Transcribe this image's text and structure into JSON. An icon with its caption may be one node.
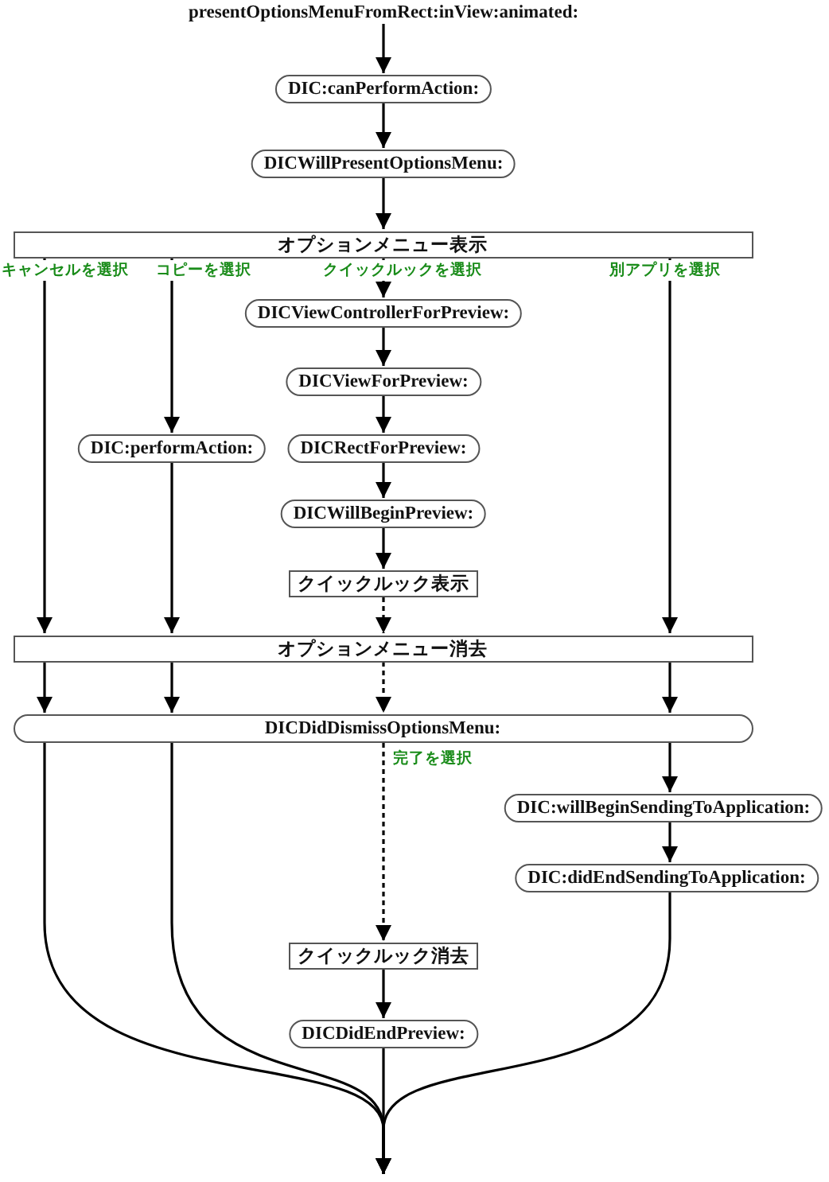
{
  "diagram": {
    "nodes": [
      {
        "text": [
          "presentOptionsMenuFromRect:inView:animated:"
        ]
      },
      {
        "text": [
          "DIC:canPerformAction:"
        ]
      },
      {
        "text": [
          "DICWillPresentOptionsMenu:"
        ]
      },
      {
        "text": [
          "オプションメニュー表示"
        ]
      },
      {
        "text": [
          "DICViewControllerForPreview:"
        ]
      },
      {
        "text": [
          "DICViewForPreview:"
        ]
      },
      {
        "text": [
          "DIC:performAction:"
        ]
      },
      {
        "text": [
          "DICRectForPreview:"
        ]
      },
      {
        "text": [
          "DICWillBeginPreview:"
        ]
      },
      {
        "text": [
          "クイックルック表示"
        ]
      },
      {
        "text": [
          "オプションメニュー消去"
        ]
      },
      {
        "text": [
          "DICDidDismissOptionsMenu:"
        ]
      },
      {
        "text": [
          "DIC:willBeginSendingToApplication:"
        ]
      },
      {
        "text": [
          "DIC:didEndSendingToApplication:"
        ]
      },
      {
        "text": [
          "クイックルック消去"
        ]
      },
      {
        "text": [
          "DICDidEndPreview:"
        ]
      }
    ],
    "edges": [
      {
        "from": 0,
        "to": 1,
        "arrow": "to"
      },
      {
        "from": 1,
        "to": 2,
        "arrow": "to"
      },
      {
        "from": 2,
        "to": 3,
        "arrow": "to"
      },
      {
        "from": 3,
        "to": 10,
        "arrow": "to",
        "label": "キャンセルを選択"
      },
      {
        "from": 3,
        "to": 6,
        "arrow": "to",
        "label": "コピーを選択"
      },
      {
        "from": 3,
        "to": 4,
        "arrow": "to",
        "label": "クイックルックを選択"
      },
      {
        "from": 3,
        "to": 10,
        "arrow": "to",
        "label": "別アプリを選択"
      },
      {
        "from": 4,
        "to": 5,
        "arrow": "to"
      },
      {
        "from": 5,
        "to": 7,
        "arrow": "to"
      },
      {
        "from": 7,
        "to": 8,
        "arrow": "to"
      },
      {
        "from": 8,
        "to": 9,
        "arrow": "to"
      },
      {
        "from": 9,
        "to": 10,
        "arrow": "to",
        "style": "dashed"
      },
      {
        "from": 6,
        "to": 10,
        "arrow": "to"
      },
      {
        "from": 10,
        "to": 11,
        "arrow": "to"
      },
      {
        "from": 10,
        "to": 11,
        "arrow": "to"
      },
      {
        "from": 10,
        "to": 11,
        "arrow": "to",
        "style": "dashed"
      },
      {
        "from": 10,
        "to": 11,
        "arrow": "to"
      },
      {
        "from": 11,
        "to": 14,
        "arrow": "to",
        "style": "dashed",
        "label": "完了を選択"
      },
      {
        "from": 11,
        "to": 12,
        "arrow": "to"
      },
      {
        "from": 12,
        "to": 13,
        "arrow": "to"
      },
      {
        "from": 14,
        "to": 15,
        "arrow": "to"
      },
      {
        "from": 11,
        "to": null,
        "arrow": "to"
      },
      {
        "from": 11,
        "to": null,
        "arrow": "to"
      },
      {
        "from": 13,
        "to": null,
        "arrow": "to"
      },
      {
        "from": 15,
        "to": null,
        "arrow": "to"
      }
    ]
  }
}
